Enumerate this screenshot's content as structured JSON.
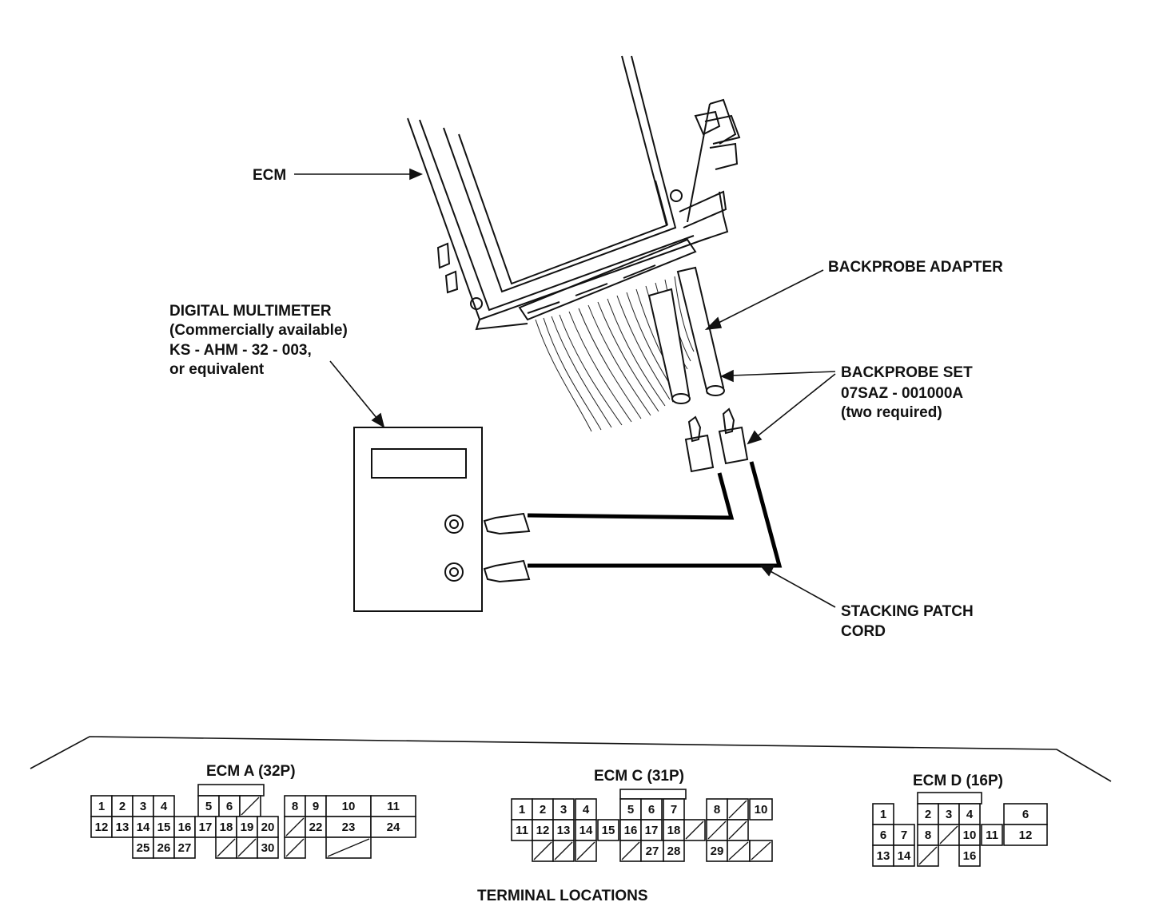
{
  "labels": {
    "ecm": "ECM",
    "multimeter": [
      "DIGITAL MULTIMETER",
      "(Commercially available)",
      "KS - AHM - 32 - 003,",
      "or equivalent"
    ],
    "backprobe_adapter": "BACKPROBE ADAPTER",
    "backprobe_set": [
      "BACKPROBE SET",
      "07SAZ - 001000A",
      "(two required)"
    ],
    "patch_cord": [
      "STACKING PATCH",
      "CORD"
    ],
    "terminal_locations": "TERMINAL LOCATIONS"
  },
  "connectors": {
    "ecm_a": {
      "title": "ECM A (32P)",
      "cells": [
        "1",
        "2",
        "3",
        "4",
        "5",
        "6",
        "",
        "8",
        "9",
        "10",
        "11",
        "12",
        "13",
        "14",
        "15",
        "16",
        "17",
        "18",
        "19",
        "20",
        "",
        "22",
        "23",
        "24",
        "25",
        "26",
        "27",
        "",
        "",
        "30",
        "",
        ""
      ]
    },
    "ecm_c": {
      "title": "ECM C (31P)",
      "cells": [
        "1",
        "2",
        "3",
        "4",
        "5",
        "6",
        "7",
        "8",
        "",
        "10",
        "11",
        "12",
        "13",
        "14",
        "15",
        "16",
        "17",
        "18",
        "",
        "",
        "",
        "",
        "",
        "",
        "",
        "27",
        "28",
        "29",
        "",
        ""
      ]
    },
    "ecm_d": {
      "title": "ECM D (16P)",
      "cells": [
        "1",
        "2",
        "3",
        "4",
        "6",
        "6",
        "7",
        "8",
        "",
        "10",
        "11",
        "12",
        "13",
        "14",
        "",
        "16"
      ]
    }
  }
}
